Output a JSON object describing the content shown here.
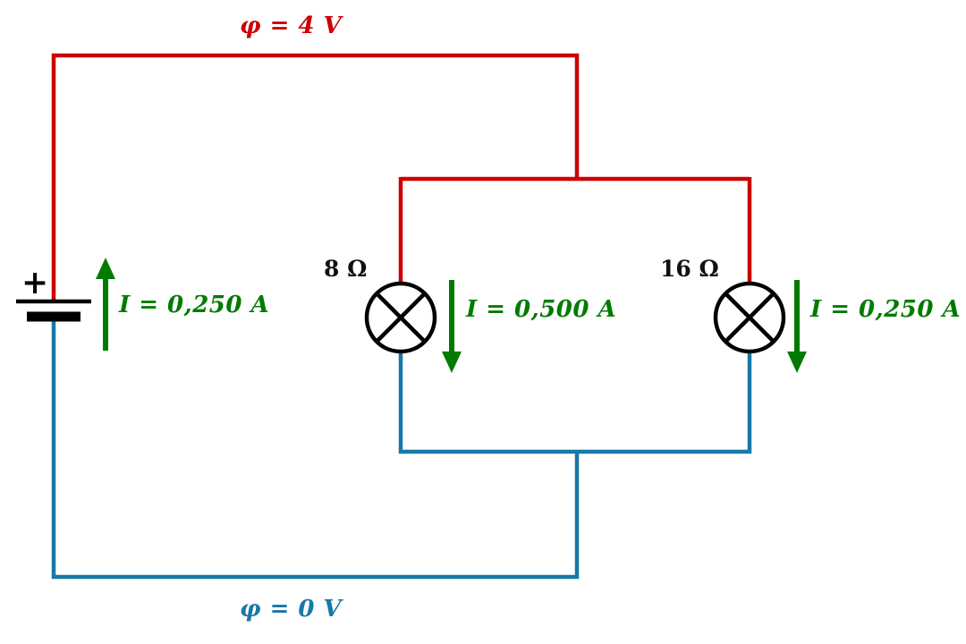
{
  "diagram": {
    "type": "dc-circuit-with-potentials",
    "top_potential_label": "φ = 4 V",
    "bottom_potential_label": "φ = 0 V",
    "battery": {
      "plus_label": "+",
      "current_label": "I = 0,250 A"
    },
    "lamps": [
      {
        "resistance_label": "8 Ω",
        "current_label": "I = 0,500 A"
      },
      {
        "resistance_label": "16 Ω",
        "current_label": "I = 0,250 A"
      }
    ]
  },
  "colors": {
    "high_potential_wire": "#cc0000",
    "low_potential_wire": "#1878a8",
    "current_arrow": "#007b00",
    "component_stroke": "#000000",
    "background": "#ffffff"
  }
}
